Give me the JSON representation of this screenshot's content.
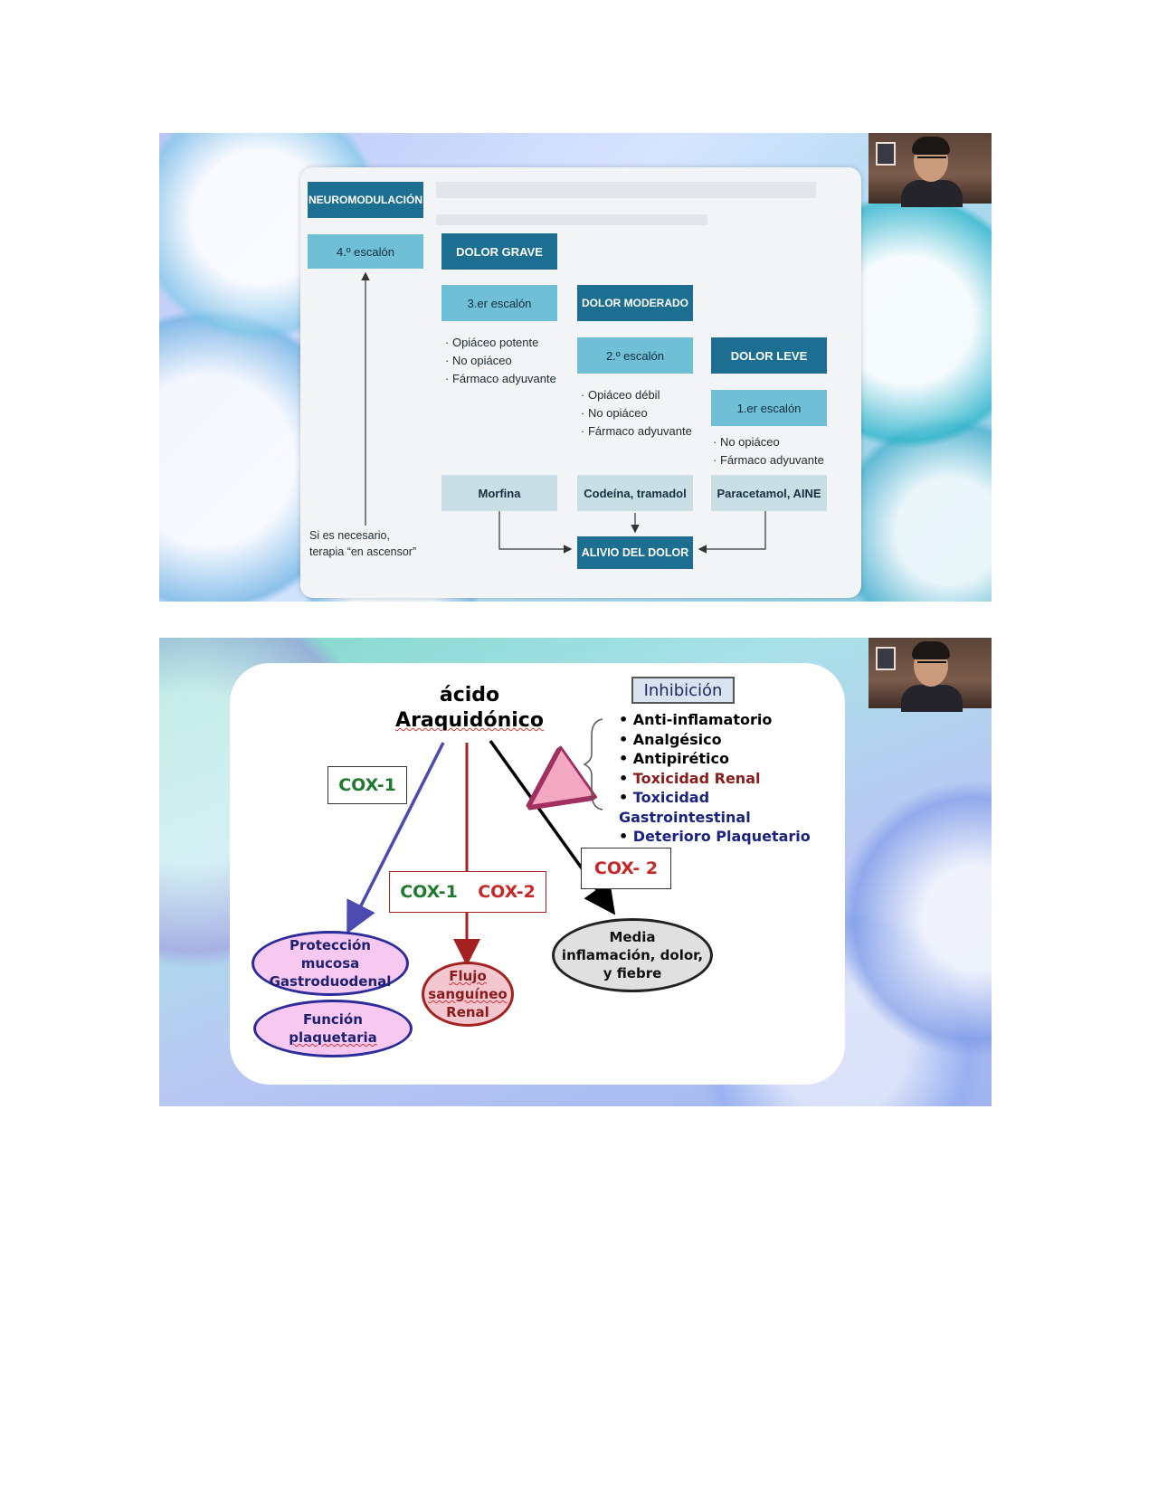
{
  "slide1": {
    "neuromodulacion": "NEUROMODULACIÓN",
    "step4": "4.º escalón",
    "dolor_grave": "DOLOR GRAVE",
    "step3": "3.er escalón",
    "dolor_moderado": "DOLOR MODERADO",
    "step3_items": [
      "Opiáceo potente",
      "No opiáceo",
      "Fármaco adyuvante"
    ],
    "step2": "2.º escalón",
    "dolor_leve": "DOLOR LEVE",
    "step2_items": [
      "Opiáceo débil",
      "No opiáceo",
      "Fármaco adyuvante"
    ],
    "step1": "1.er escalón",
    "step1_items": [
      "No opiáceo",
      "Fármaco adyuvante"
    ],
    "morfina": "Morfina",
    "codeina": "Codeína, tramadol",
    "paracetamol": "Paracetamol, AINE",
    "ascensor_line1": "Si es necesario,",
    "ascensor_line2": "terapia “en ascensor”",
    "alivio": "ALIVIO DEL DOLOR",
    "colors": {
      "dark": "#1c6f90",
      "mid": "#6fbfd6",
      "light": "#c8dfe6"
    }
  },
  "slide2": {
    "acido_line1": "ácido",
    "acido_line2": "Araquidónico",
    "inhibicion": "Inhibición",
    "inhibicion_items": [
      {
        "text": "Anti-inflamatorio",
        "color": "#000000"
      },
      {
        "text": "Analgésico",
        "color": "#000000"
      },
      {
        "text": "Antipirético",
        "color": "#000000"
      },
      {
        "text": "Toxicidad Renal",
        "color": "#8b1a1a"
      },
      {
        "text": "Toxicidad Gastrointestinal",
        "color": "#1a237e"
      },
      {
        "text": "Deterioro Plaquetario",
        "color": "#1a237e"
      }
    ],
    "cox1_left": "COX-1",
    "cox1_mid": "COX-1",
    "cox2_mid": "COX-2",
    "cox2_right": "COX- 2",
    "proteccion_line1": "Protección",
    "proteccion_line2": "mucosa",
    "proteccion_line3": "Gastroduodenal",
    "funcion_line1": "Función",
    "funcion_line2": "plaquetaria",
    "flujo_line1": "Flujo",
    "flujo_line2": "sanguíneo",
    "flujo_line3": "Renal",
    "media_line1": "Media",
    "media_line2": "inflamación, dolor,",
    "media_line3": "y fiebre",
    "colors": {
      "green": "#1f7a2e",
      "red": "#c62828",
      "purple_arrow": "#4a4ab0",
      "darkred_arrow": "#a52020",
      "pink": "#f7c8f0",
      "grey": "#e0e0e0"
    }
  }
}
